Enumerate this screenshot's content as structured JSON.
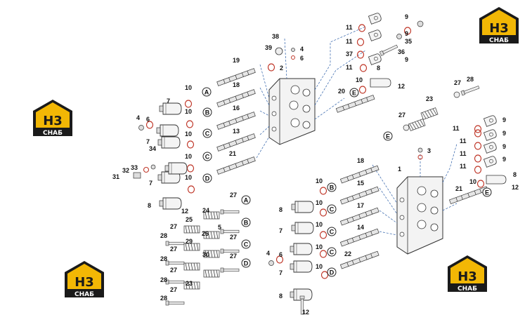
{
  "logo": {
    "mark": "H3",
    "name": "СНАБ",
    "accent": "#f2b705",
    "dark": "#1a1a1a"
  },
  "labels": {
    "l1": "1",
    "l2": "2",
    "l3": "3",
    "l4": "4",
    "l5": "5",
    "l6": "6",
    "l7": "7",
    "l8": "8",
    "l9": "9",
    "l10": "10",
    "l11": "11",
    "l12": "12",
    "l13": "13",
    "l14": "14",
    "l15": "15",
    "l16": "16",
    "l17": "17",
    "l18": "18",
    "l19": "19",
    "l20": "20",
    "l21": "21",
    "l22": "22",
    "l23": "23",
    "l24": "24",
    "l25": "25",
    "l26": "26",
    "l27": "27",
    "l28": "28",
    "l29": "29",
    "l30": "30",
    "l31": "31",
    "l32": "32",
    "l33": "33",
    "l34": "34",
    "l35": "35",
    "l36": "36",
    "l37": "37",
    "l38": "38",
    "l39": "39"
  },
  "circles": {
    "A": "A",
    "B": "B",
    "C": "C",
    "D": "D",
    "E": "E"
  }
}
